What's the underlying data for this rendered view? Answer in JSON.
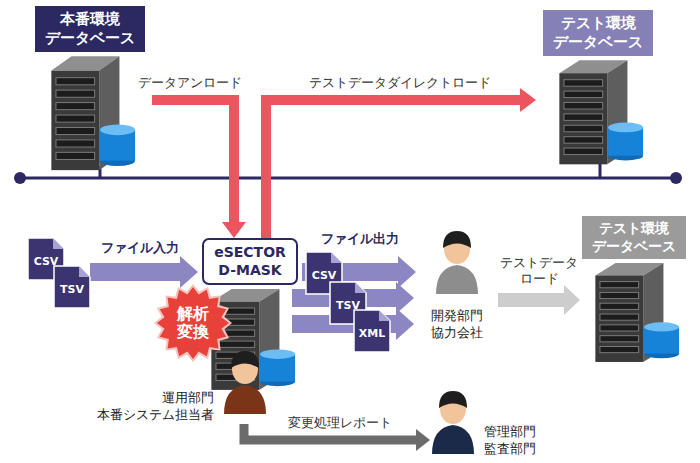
{
  "diagram": {
    "nodes": [
      {
        "text": [
          "本番環境 データベース"
        ]
      },
      {
        "text": [
          "テスト環境 データベース"
        ]
      },
      {
        "text": [
          "eSECTOR D-MASK"
        ]
      },
      {
        "text": [
          "CSV"
        ]
      },
      {
        "text": [
          "TSV"
        ]
      },
      {
        "text": [
          "CSV"
        ]
      },
      {
        "text": [
          "TSV"
        ]
      },
      {
        "text": [
          "XML"
        ]
      },
      {
        "text": [
          "解析 変換"
        ]
      },
      {
        "text": [
          "開発部門 協力会社"
        ]
      },
      {
        "text": [
          "テスト環境 データベース"
        ]
      },
      {
        "text": [
          "運用部門 本番システム担当者"
        ]
      },
      {
        "text": [
          "管理部門 監査部門"
        ]
      }
    ],
    "edges": [
      {
        "from": 0,
        "to": 2,
        "arrow": "to",
        "label": "データアンロード"
      },
      {
        "from": 2,
        "to": 1,
        "arrow": "to",
        "label": "テストデータダイレクトロード"
      },
      {
        "from": 4,
        "to": 2,
        "arrow": "to",
        "label": "ファイル入力"
      },
      {
        "from": 2,
        "to": 9,
        "arrow": "to",
        "label": "ファイル出力"
      },
      {
        "from": 9,
        "to": 10,
        "arrow": "to",
        "label": "テストデータ ロード"
      },
      {
        "from": 11,
        "to": 12,
        "arrow": "to",
        "label": "変更処理レポート"
      }
    ]
  }
}
